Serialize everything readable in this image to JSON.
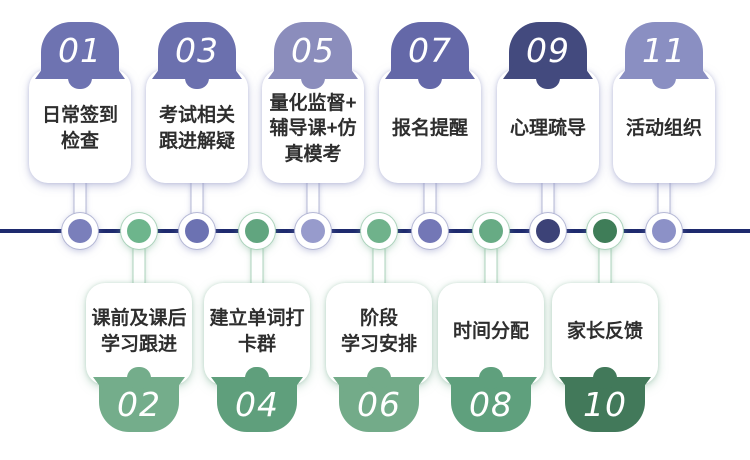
{
  "diagram_type": "process-timeline",
  "palette": {
    "timeline_line": "#1E2A6E",
    "top_badges": [
      "#6E73B1",
      "#6B70AE",
      "#8B8DBC",
      "#6468A8",
      "#434A7E",
      "#8A8FC2"
    ],
    "top_dots": [
      "#7A7FBB",
      "#6C72B2",
      "#979BCC",
      "#7377B6",
      "#3C4277",
      "#8C91C7"
    ],
    "bottom_badges": [
      "#74AD8B",
      "#5F9F7C",
      "#73AB89",
      "#5FA07D",
      "#42795A"
    ],
    "bottom_dots": [
      "#6DB58C",
      "#61A57F",
      "#6FB28B",
      "#67AB84",
      "#3F7D58"
    ],
    "card_background": "#FFFFFF",
    "label_text": "#2E2E2E",
    "number_text": "#FFFFFF"
  },
  "steps_top": [
    {
      "number": "01",
      "label": "日常签到\n检查"
    },
    {
      "number": "03",
      "label": "考试相关\n跟进解疑"
    },
    {
      "number": "05",
      "label": "量化监督+\n辅导课+仿\n真模考"
    },
    {
      "number": "07",
      "label": "报名提醒"
    },
    {
      "number": "09",
      "label": "心理疏导"
    },
    {
      "number": "11",
      "label": "活动组织"
    }
  ],
  "steps_bottom": [
    {
      "number": "02",
      "label": "课前及课后\n学习跟进"
    },
    {
      "number": "04",
      "label": "建立单词打\n卡群"
    },
    {
      "number": "06",
      "label": "阶段\n学习安排"
    },
    {
      "number": "08",
      "label": "时间分配"
    },
    {
      "number": "10",
      "label": "家长反馈"
    }
  ]
}
